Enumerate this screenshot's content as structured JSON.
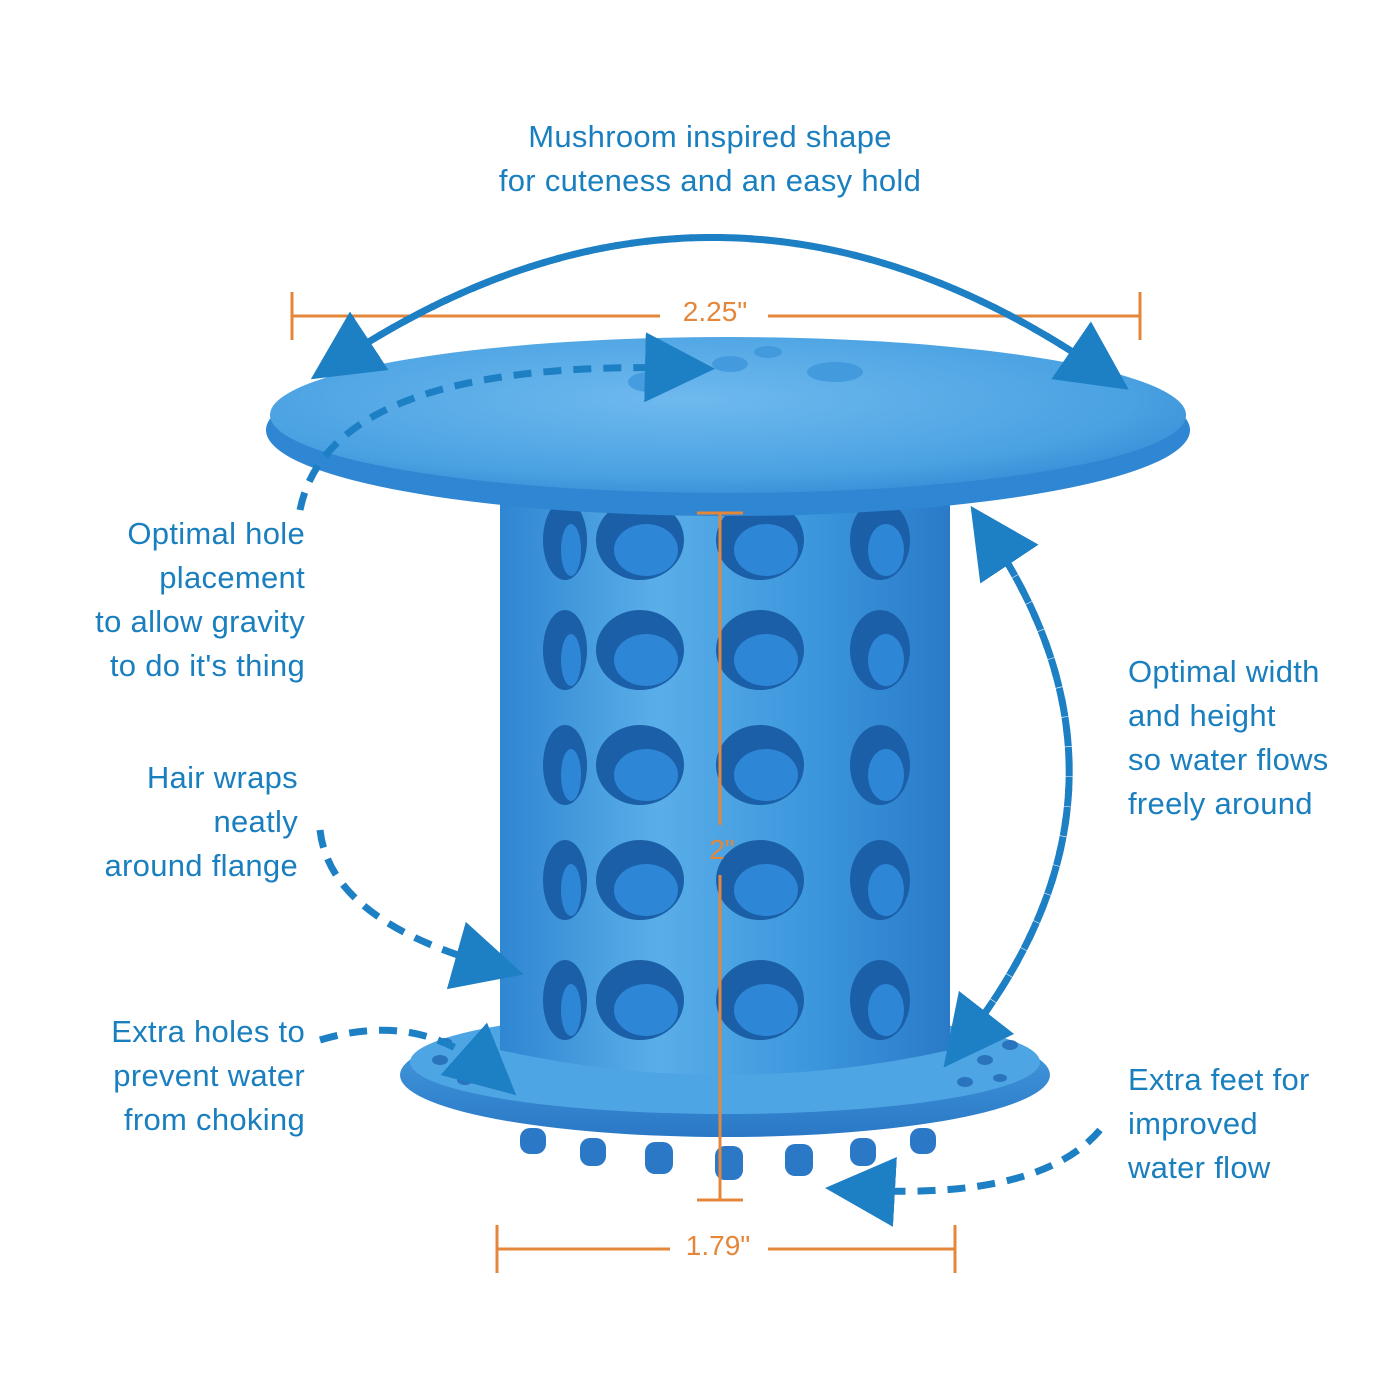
{
  "colors": {
    "text": "#1a7fbf",
    "arrow": "#1d7fc4",
    "dimension": "#e5873a",
    "product_light": "#5aaee8",
    "product_mid": "#3b96dc",
    "product_dark": "#1f6fbf",
    "hole_dark": "#1a5fa8"
  },
  "callouts": {
    "top": "Mushroom inspired shape\nfor cuteness and an easy hold",
    "hole_placement": "Optimal hole\nplacement\nto allow gravity\nto do it's thing",
    "hair_wraps": "Hair wraps\nneatly\naround flange",
    "extra_holes": "Extra holes to\nprevent water\nfrom choking",
    "width_height": "Optimal width\nand height\nso water flows\nfreely around",
    "extra_feet": "Extra feet for\nimproved\nwater flow"
  },
  "dimensions": {
    "top_width": "2.25\"",
    "height": "2\"",
    "bottom_width": "1.79\""
  },
  "icons": {
    "product": "drain-hair-catcher-image",
    "arrows": "dashed-curved-arrow-icon"
  }
}
